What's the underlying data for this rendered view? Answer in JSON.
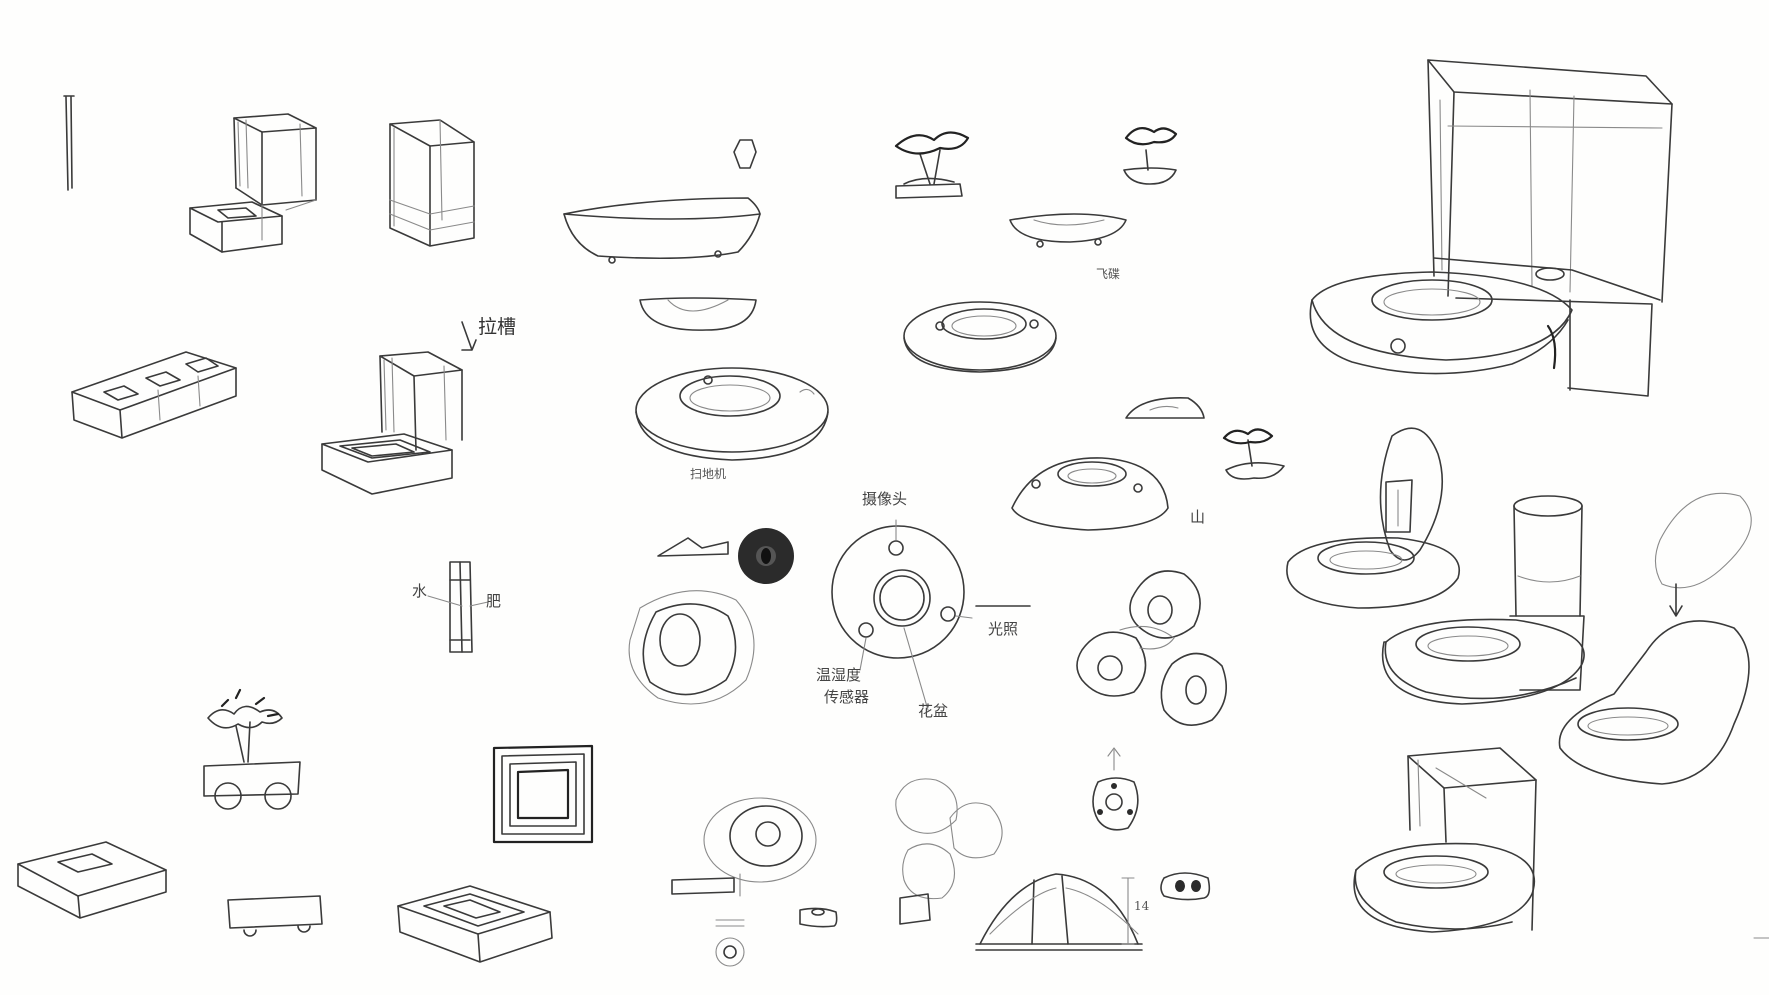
{
  "sheet": {
    "labels": {
      "drawer": "拉槽",
      "sweeper": "扫地机",
      "ufo": "飞碟",
      "water": "水",
      "fertilizer": "肥",
      "camera": "摄像头",
      "light": "光照",
      "humidity_line1": "温湿度",
      "humidity_line2": "传感器",
      "flowerpot": "花盆",
      "mountain": "山",
      "dim_14": "14"
    },
    "colors": {
      "paper": "#fefefd",
      "pencil": "#3a3a3a",
      "light_pencil": "#8a8a8a"
    }
  }
}
